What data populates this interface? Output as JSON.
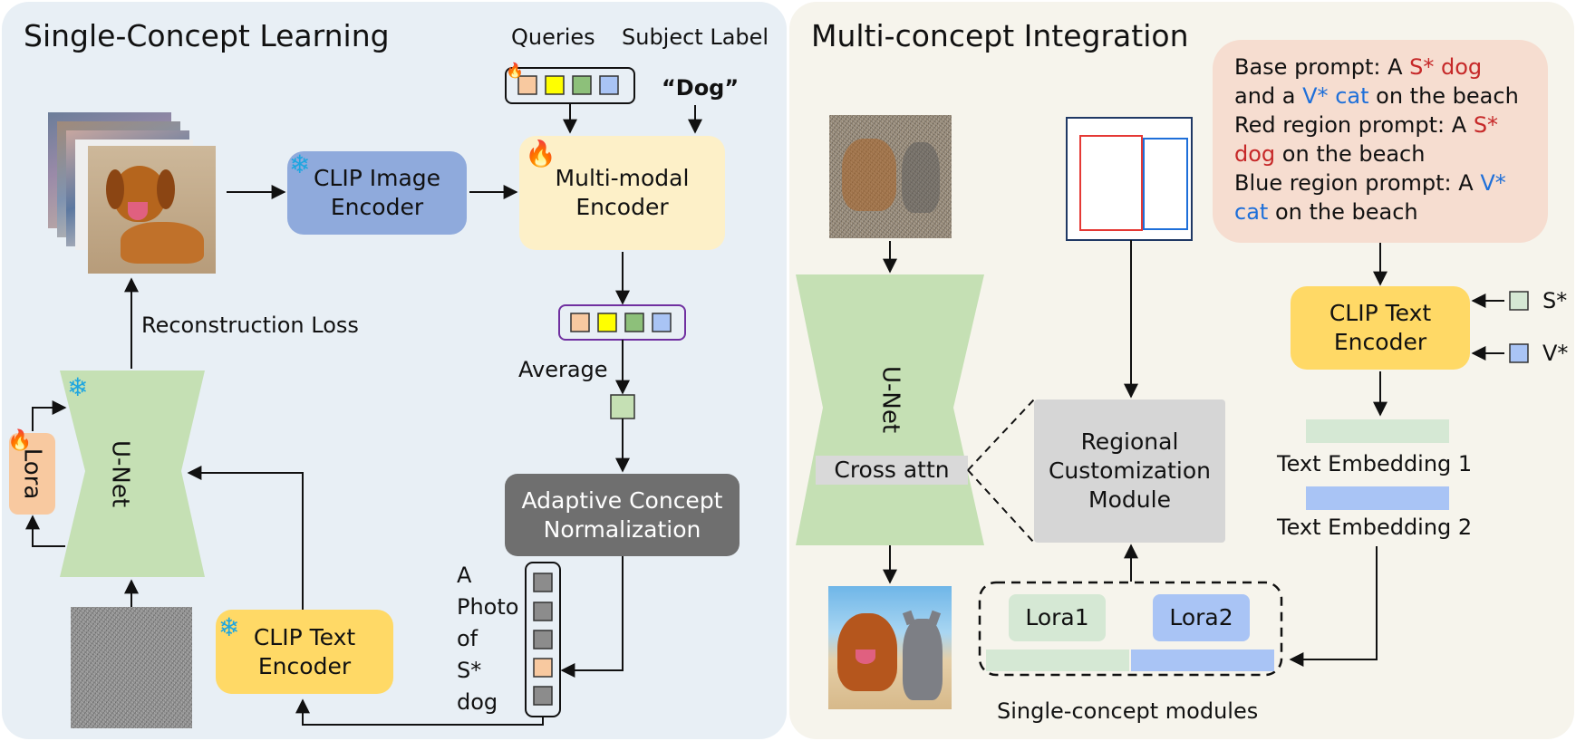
{
  "left_panel": {
    "title": "Single-Concept Learning",
    "queries_label": "Queries",
    "subject_label_heading": "Subject Label",
    "subject_label_value": "“Dog”",
    "clip_image_encoder": "CLIP Image Encoder",
    "multimodal_encoder": "Multi-modal Encoder",
    "average_label": "Average",
    "adaptive_concept_normalization": "Adaptive Concept Normalization",
    "reconstruction_loss": "Reconstruction Loss",
    "unet_label": "U-Net",
    "lora_label": "Lora",
    "clip_text_encoder": "CLIP Text Encoder",
    "prompt_words": [
      "A",
      "Photo",
      "of",
      "S*",
      "dog"
    ]
  },
  "right_panel": {
    "title": "Multi-concept Integration",
    "unet_label": "U-Net",
    "cross_attn_label": "Cross attn",
    "regional_module": "Regional Customization Module",
    "lora1": "Lora1",
    "lora2": "Lora2",
    "single_concept_modules": "Single-concept modules",
    "clip_text_encoder": "CLIP Text Encoder",
    "s_star": "S*",
    "v_star": "V*",
    "text_embedding_1": "Text Embedding 1",
    "text_embedding_2": "Text Embedding 2",
    "prompt": {
      "base_prefix": "Base prompt: A",
      "base_s": "S* dog",
      "base_and": "and a",
      "base_v": "V* cat",
      "base_suffix": "on the beach",
      "red_prefix": "Red region prompt: A",
      "red_s1": "S*",
      "red_s2": "dog",
      "red_suffix": "on the beach",
      "blue_prefix": "Blue region prompt: A",
      "blue_v1": "V*",
      "blue_v2": "cat",
      "blue_suffix": "on the beach"
    }
  },
  "colors": {
    "left_bg": "#e8eff5",
    "right_bg": "#f6f4ec",
    "clip_image_encoder": "#8faadc",
    "multimodal_encoder": "#fdf0c8",
    "adaptive_norm": "#6f6f6f",
    "unet": "#c5e0b4",
    "lora": "#f8c9a0",
    "clip_text_encoder": "#ffd966",
    "regional_module": "#d6d6d6",
    "lora1": "#d5e8d4",
    "lora2": "#a9c4f5",
    "prompt_bg": "#f6ddd0",
    "red_text": "#c62828",
    "blue_text": "#1e6fd9"
  },
  "icons": [
    "fire-icon",
    "snowflake-icon"
  ]
}
